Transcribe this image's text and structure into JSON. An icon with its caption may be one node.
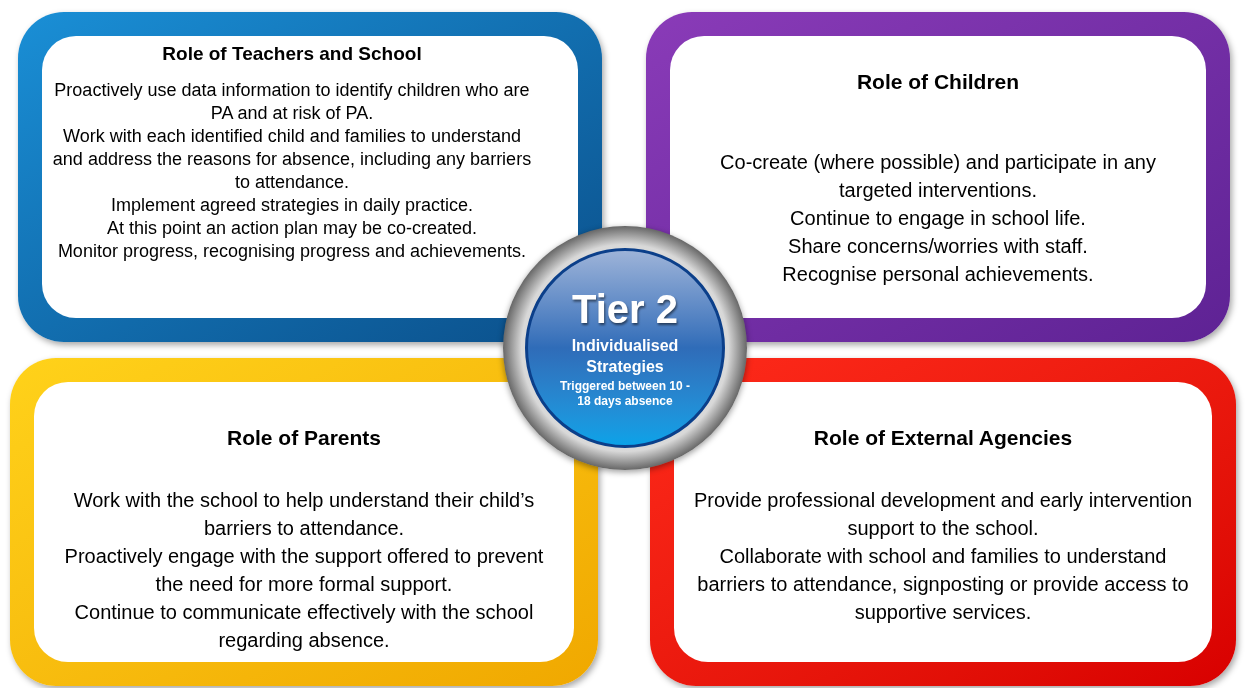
{
  "diagram": {
    "nodes": [
      {
        "text": [
          "Role of Teachers and School",
          "Proactively use data information to identify children who are PA and at risk of PA.",
          "Work with each identified child and families to understand and address the reasons for absence, including any barriers to attendance.",
          "Implement agreed strategies in daily practice.",
          "At this point an action plan may be co-created.",
          "Monitor progress, recognising progress and achievements."
        ]
      },
      {
        "text": [
          "Role of Children",
          "Co-create (where possible) and participate in any targeted interventions.",
          "Continue to engage in school life.",
          "Share concerns/worries with staff.",
          "Recognise personal achievements."
        ]
      },
      {
        "text": [
          "Tier 2",
          "Individualised Strategies",
          "Triggered between 10 - 18 days absence"
        ]
      },
      {
        "text": [
          "Role of Parents",
          "Work with the school to help understand their child’s barriers to attendance.",
          "Proactively engage with the support offered to prevent the need for more formal support.",
          "Continue to communicate effectively with the school regarding absence."
        ]
      },
      {
        "text": [
          "Role of External Agencies",
          "Provide professional development and early intervention support to the school.",
          "Collaborate with school and families to understand barriers to attendance, signposting or provide access to supportive services."
        ]
      }
    ]
  }
}
